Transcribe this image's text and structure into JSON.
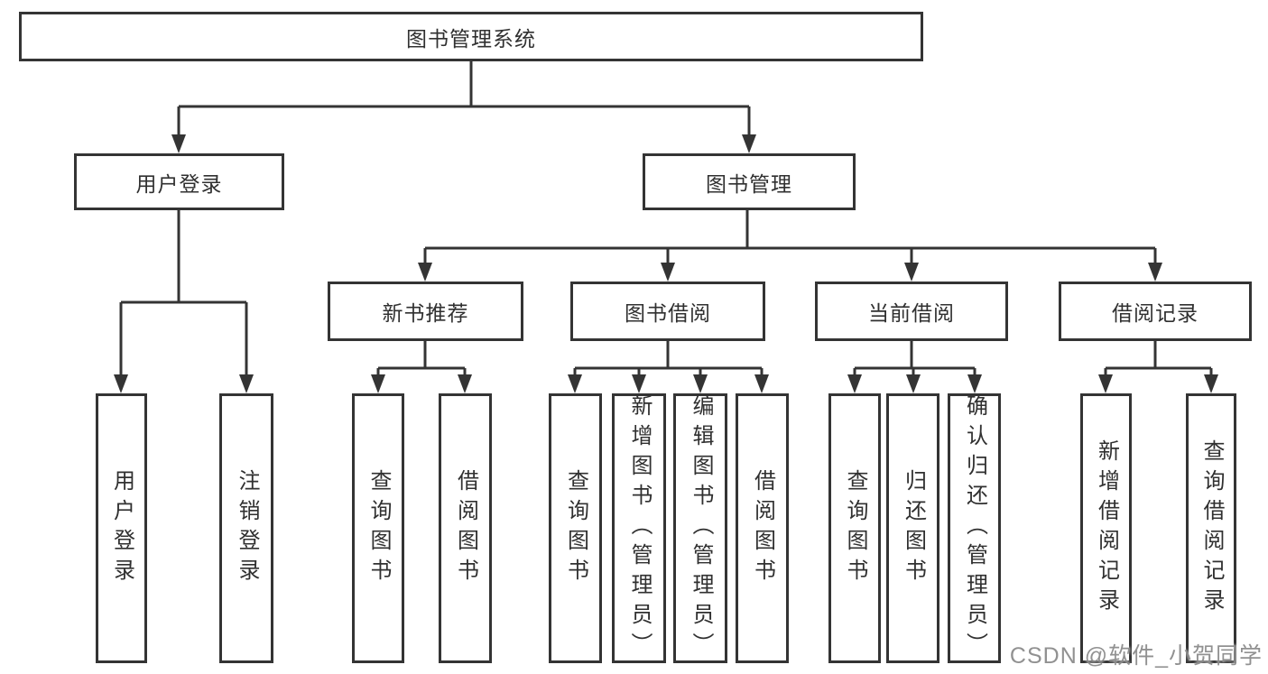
{
  "colors": {
    "line": "#343434",
    "box_border": "#343434",
    "text": "#303030",
    "background": "#ffffff",
    "watermark": "#888888"
  },
  "watermark": "CSDN @软件_小贺同学",
  "tree": {
    "root": {
      "label": "图书管理系统",
      "children": [
        {
          "label": "用户登录",
          "children": [
            {
              "label": "用户登录"
            },
            {
              "label": "注销登录"
            }
          ]
        },
        {
          "label": "图书管理",
          "children": [
            {
              "label": "新书推荐",
              "children": [
                {
                  "label": "查询图书"
                },
                {
                  "label": "借阅图书"
                }
              ]
            },
            {
              "label": "图书借阅",
              "children": [
                {
                  "label": "查询图书"
                },
                {
                  "label": "新增图书（管理员）"
                },
                {
                  "label": "编辑图书（管理员）"
                },
                {
                  "label": "借阅图书"
                }
              ]
            },
            {
              "label": "当前借阅",
              "children": [
                {
                  "label": "查询图书"
                },
                {
                  "label": "归还图书"
                },
                {
                  "label": "确认归还（管理员）"
                }
              ]
            },
            {
              "label": "借阅记录",
              "children": [
                {
                  "label": "新增借阅记录"
                },
                {
                  "label": "查询借阅记录"
                }
              ]
            }
          ]
        }
      ]
    }
  }
}
